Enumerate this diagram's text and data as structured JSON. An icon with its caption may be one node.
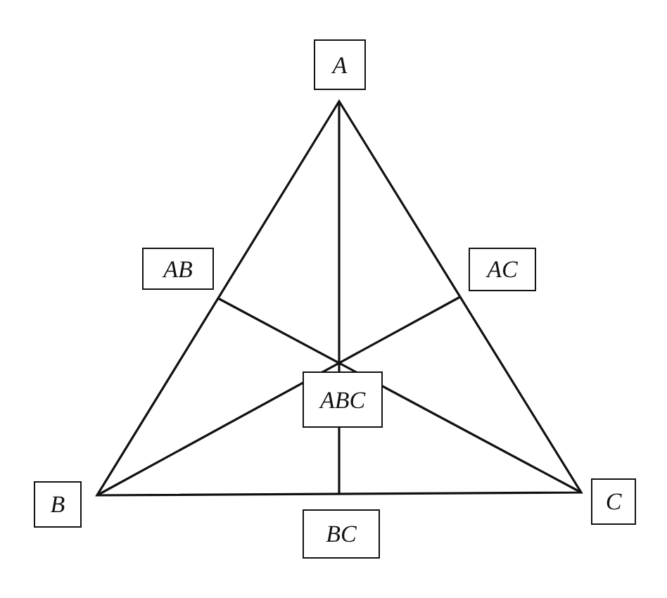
{
  "diagram": {
    "nodes": [
      {
        "text": [
          "A"
        ]
      },
      {
        "text": [
          "AB"
        ]
      },
      {
        "text": [
          "AC"
        ]
      },
      {
        "text": [
          "ABC"
        ]
      },
      {
        "text": [
          "B"
        ]
      },
      {
        "text": [
          "C"
        ]
      },
      {
        "text": [
          "BC"
        ]
      }
    ]
  }
}
